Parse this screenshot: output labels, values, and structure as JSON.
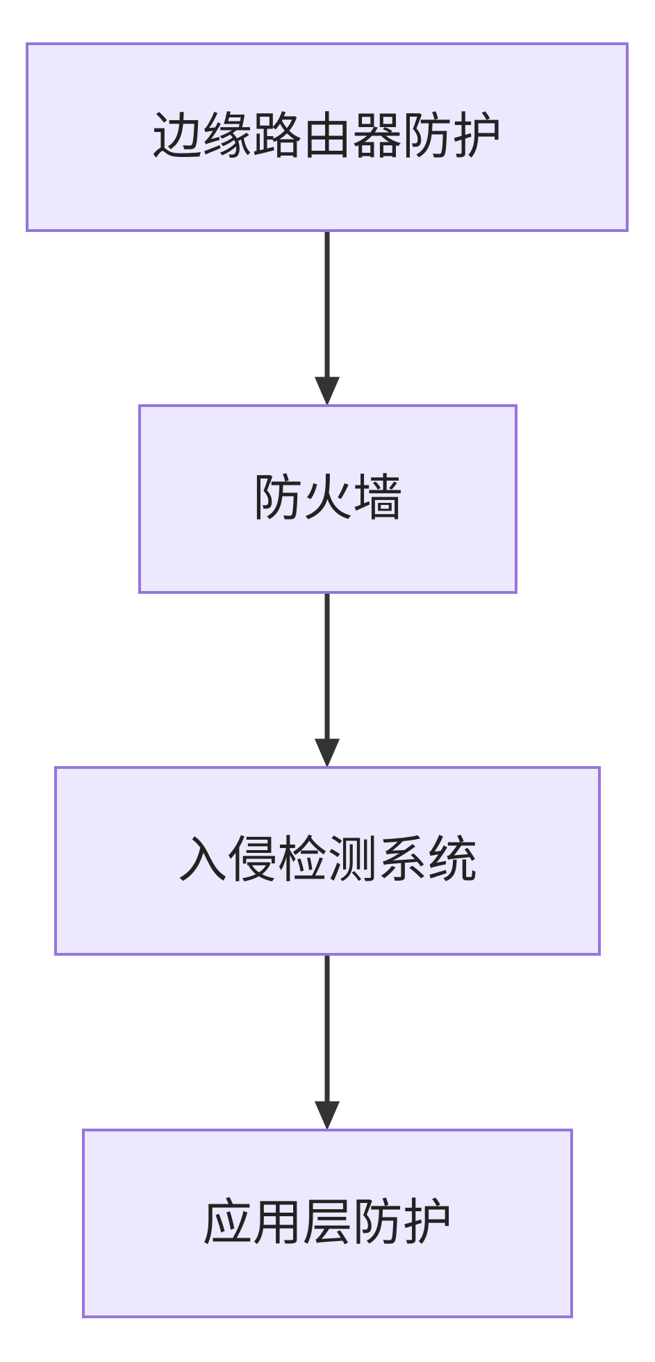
{
  "diagram": {
    "type": "flowchart",
    "direction": "top-to-bottom",
    "background_color": "#FFFFFF",
    "node_fill_color": "#ECE8FD",
    "node_border_color": "#9575DE",
    "node_text_color": "#222222",
    "edge_color": "#333333",
    "nodes": [
      {
        "id": "n0",
        "label": "边缘路由器防护"
      },
      {
        "id": "n1",
        "label": "防火墙"
      },
      {
        "id": "n2",
        "label": "入侵检测系统"
      },
      {
        "id": "n3",
        "label": "应用层防护"
      }
    ],
    "edges": [
      {
        "from": "n0",
        "to": "n1",
        "label": "",
        "arrowhead": "triangle"
      },
      {
        "from": "n1",
        "to": "n2",
        "label": "",
        "arrowhead": "triangle"
      },
      {
        "from": "n2",
        "to": "n3",
        "label": "",
        "arrowhead": "triangle"
      }
    ]
  }
}
